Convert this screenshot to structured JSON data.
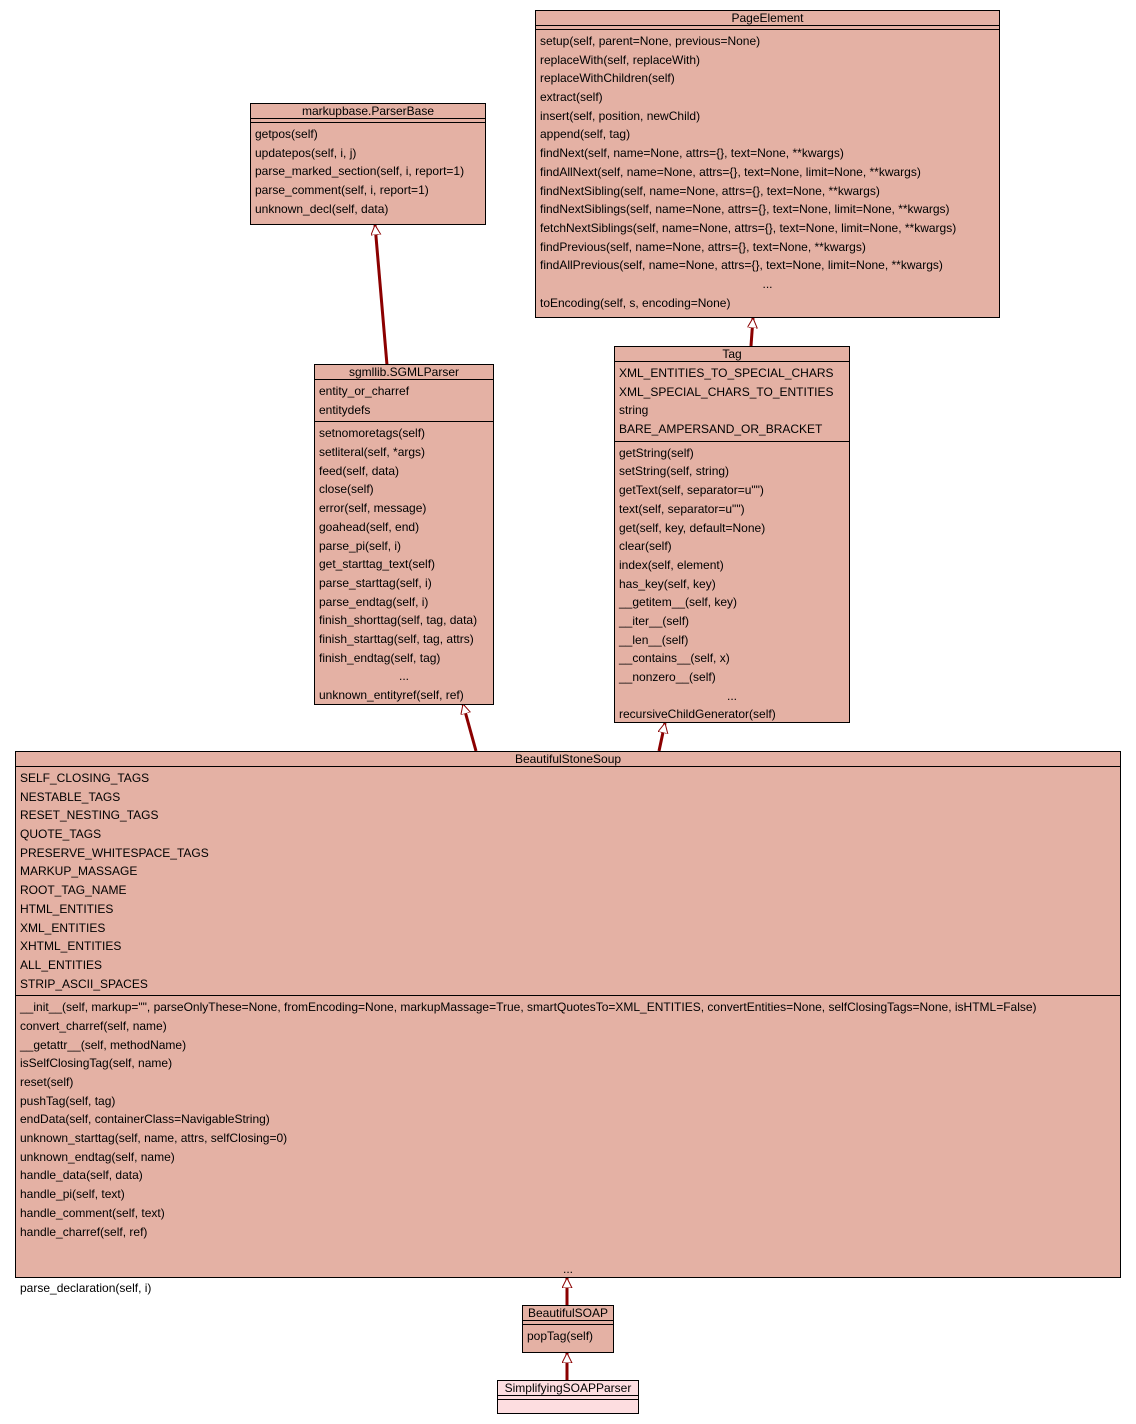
{
  "colors": {
    "class_fill": "#e4b1a4",
    "leaf_fill": "#fddde0",
    "edge": "#8b0000",
    "border": "#000000"
  },
  "classes": {
    "page_element": {
      "name": "PageElement",
      "attributes": [],
      "operations": [
        "setup(self, parent=None, previous=None)",
        "replaceWith(self, replaceWith)",
        "replaceWithChildren(self)",
        "extract(self)",
        "insert(self, position, newChild)",
        "append(self, tag)",
        "findNext(self, name=None, attrs={}, text=None, **kwargs)",
        "findAllNext(self, name=None, attrs={}, text=None, limit=None, **kwargs)",
        "findNextSibling(self, name=None, attrs={}, text=None, **kwargs)",
        "findNextSiblings(self, name=None, attrs={}, text=None, limit=None, **kwargs)",
        "fetchNextSiblings(self, name=None, attrs={}, text=None, limit=None, **kwargs)",
        "findPrevious(self, name=None, attrs={}, text=None, **kwargs)",
        "findAllPrevious(self, name=None, attrs={}, text=None, limit=None, **kwargs)",
        "...",
        "toEncoding(self, s, encoding=None)"
      ]
    },
    "parser_base": {
      "name": "markupbase.ParserBase",
      "attributes": [],
      "operations": [
        "getpos(self)",
        "updatepos(self, i, j)",
        "parse_marked_section(self, i, report=1)",
        "parse_comment(self, i, report=1)",
        "unknown_decl(self, data)"
      ]
    },
    "sgml_parser": {
      "name": "sgmllib.SGMLParser",
      "attributes": [
        "entity_or_charref",
        "entitydefs"
      ],
      "operations": [
        "setnomoretags(self)",
        "setliteral(self, *args)",
        "feed(self, data)",
        "close(self)",
        "error(self, message)",
        "goahead(self, end)",
        "parse_pi(self, i)",
        "get_starttag_text(self)",
        "parse_starttag(self, i)",
        "parse_endtag(self, i)",
        "finish_shorttag(self, tag, data)",
        "finish_starttag(self, tag, attrs)",
        "finish_endtag(self, tag)",
        "...",
        "unknown_entityref(self, ref)"
      ]
    },
    "tag": {
      "name": "Tag",
      "attributes": [
        "XML_ENTITIES_TO_SPECIAL_CHARS",
        "XML_SPECIAL_CHARS_TO_ENTITIES",
        "string",
        "BARE_AMPERSAND_OR_BRACKET"
      ],
      "operations": [
        "getString(self)",
        "setString(self, string)",
        "getText(self, separator=u\"\")",
        "text(self, separator=u\"\")",
        "get(self, key, default=None)",
        "clear(self)",
        "index(self, element)",
        "has_key(self, key)",
        "__getitem__(self, key)",
        "__iter__(self)",
        "__len__(self)",
        "__contains__(self, x)",
        "__nonzero__(self)",
        "...",
        "recursiveChildGenerator(self)"
      ]
    },
    "beautiful_stone_soup": {
      "name": "BeautifulStoneSoup",
      "attributes": [
        "SELF_CLOSING_TAGS",
        "NESTABLE_TAGS",
        "RESET_NESTING_TAGS",
        "QUOTE_TAGS",
        "PRESERVE_WHITESPACE_TAGS",
        "MARKUP_MASSAGE",
        "ROOT_TAG_NAME",
        "HTML_ENTITIES",
        "XML_ENTITIES",
        "XHTML_ENTITIES",
        "ALL_ENTITIES",
        "STRIP_ASCII_SPACES"
      ],
      "operations": [
        "__init__(self, markup=\"\", parseOnlyThese=None, fromEncoding=None, markupMassage=True, smartQuotesTo=XML_ENTITIES, convertEntities=None, selfClosingTags=None, isHTML=False)",
        "convert_charref(self, name)",
        "__getattr__(self, methodName)",
        "isSelfClosingTag(self, name)",
        "reset(self)",
        "pushTag(self, tag)",
        "endData(self, containerClass=NavigableString)",
        "unknown_starttag(self, name, attrs, selfClosing=0)",
        "unknown_endtag(self, name)",
        "handle_data(self, data)",
        "handle_pi(self, text)",
        "handle_comment(self, text)",
        "handle_charref(self, ref)",
        "",
        "...",
        "parse_declaration(self, i)"
      ]
    },
    "beautiful_soap": {
      "name": "BeautifulSOAP",
      "attributes": [],
      "operations": [
        "popTag(self)"
      ]
    },
    "simplifying_soap_parser": {
      "name": "SimplifyingSOAPParser",
      "attributes": [],
      "operations": []
    }
  },
  "edges": [
    {
      "from": "sgml_parser",
      "to": "parser_base",
      "type": "inheritance"
    },
    {
      "from": "tag",
      "to": "page_element",
      "type": "inheritance"
    },
    {
      "from": "beautiful_stone_soup",
      "to": "sgml_parser",
      "type": "inheritance"
    },
    {
      "from": "beautiful_stone_soup",
      "to": "tag",
      "type": "inheritance"
    },
    {
      "from": "beautiful_soap",
      "to": "beautiful_stone_soup",
      "type": "inheritance"
    },
    {
      "from": "simplifying_soap_parser",
      "to": "beautiful_soap",
      "type": "inheritance"
    }
  ]
}
